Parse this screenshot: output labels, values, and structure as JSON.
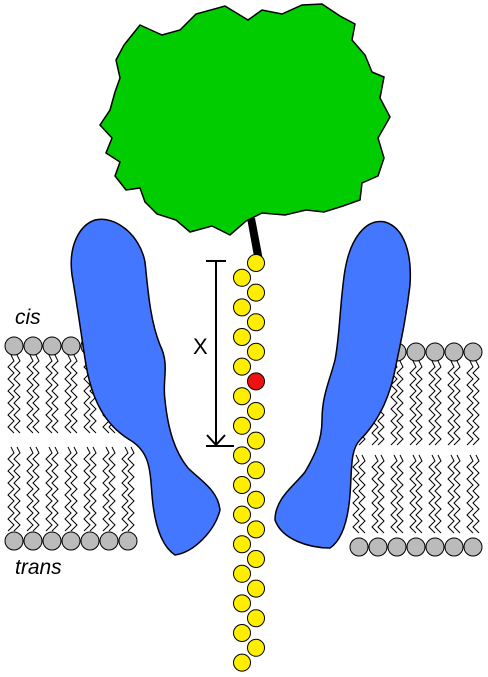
{
  "labels": {
    "cis": "cis",
    "trans": "trans",
    "distance": "X"
  },
  "colors": {
    "ribosome": "#00cc00",
    "tether": "#000000",
    "residue": "#ffee00",
    "marked_residue": "#ee1111",
    "pore": "#4477ff",
    "lipid_head": "#bbbbbb",
    "lipid_tail": "#000000",
    "outline": "#000000"
  },
  "chain": {
    "residue_count": 28,
    "marked_residue_index": 8
  },
  "membrane": {
    "left_lipids_per_leaflet": 7,
    "right_lipids_per_leaflet": 7
  }
}
